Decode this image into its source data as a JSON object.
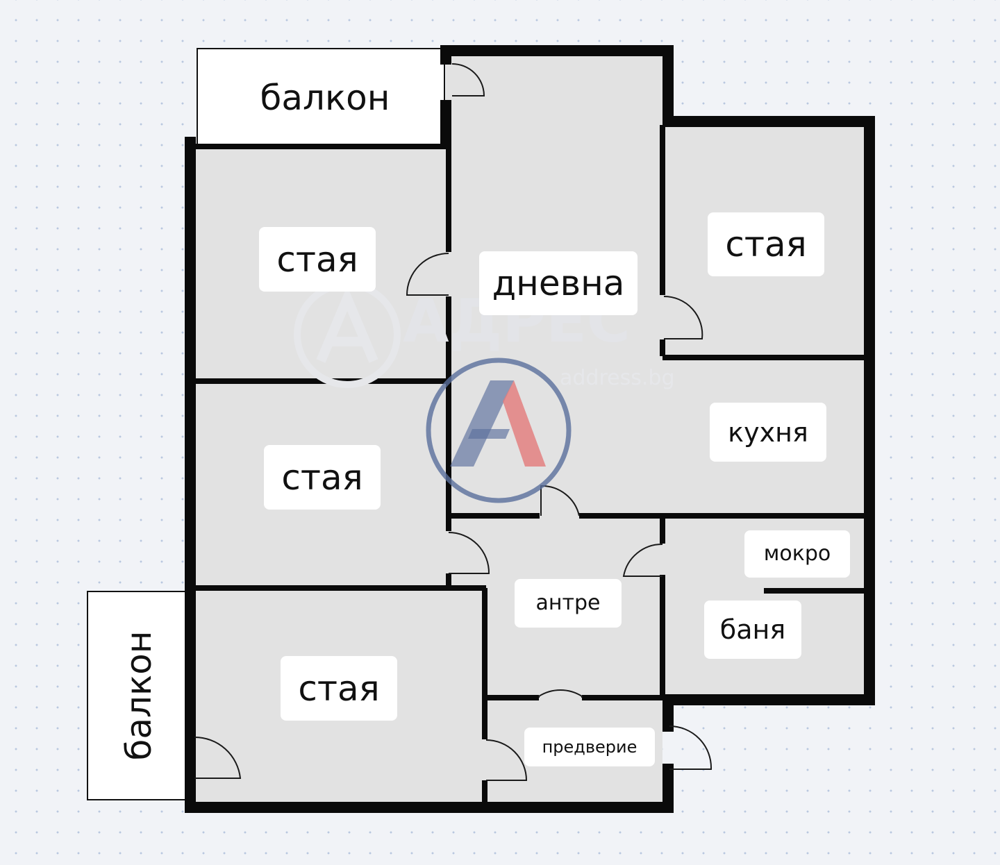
{
  "rooms": {
    "balcony_top": "балкон",
    "room_top_left": "стая",
    "living_room": "дневна",
    "room_right": "стая",
    "room_middle_left": "стая",
    "kitchen": "кухня",
    "wet": "мокро",
    "hall": "антре",
    "bath": "баня",
    "balcony_left": "балкон",
    "room_bottom_left": "стая",
    "vestibule": "предверие"
  },
  "watermark": {
    "brand": "АДРЕС",
    "site": "address.bg"
  },
  "colors": {
    "wall": "#0a0a0a",
    "room_fill": "#e2e2e2",
    "balcony_fill": "#ffffff",
    "logo_blue": "#5a6f9c",
    "logo_red": "#e47b7b"
  }
}
